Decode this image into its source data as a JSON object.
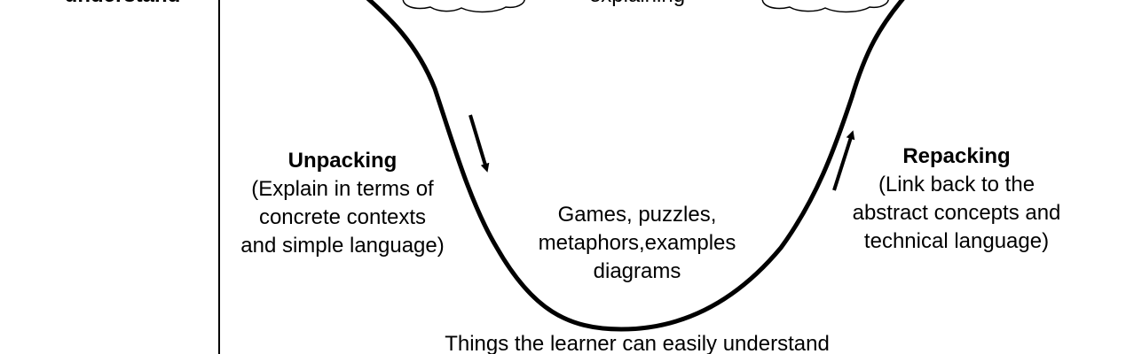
{
  "axis_label_top": "understand",
  "top_center_text": "explaining",
  "unpacking": {
    "title": "Unpacking",
    "lines": [
      "(Explain in terms of",
      "concrete contexts",
      "and simple language)"
    ]
  },
  "repacking": {
    "title": "Repacking",
    "lines": [
      "(Link back to the",
      "abstract concepts and",
      "technical language)"
    ]
  },
  "center": {
    "lines": [
      "Games, puzzles,",
      "metaphors,examples",
      "diagrams"
    ]
  },
  "bottom_label": "Things the learner can easily understand"
}
